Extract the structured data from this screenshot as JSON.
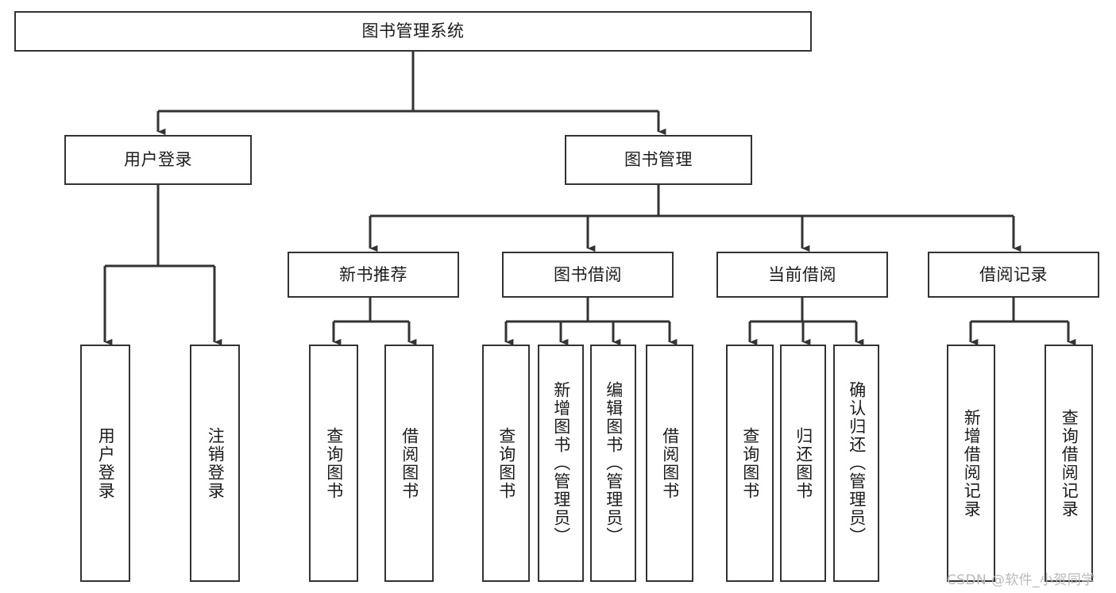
{
  "diagram": {
    "type": "tree-hierarchy-flowchart",
    "title": "图书管理系统",
    "orientation": "top-down",
    "colors": {
      "box_border": "#333333",
      "box_fill": "#ffffff",
      "connector": "#333333",
      "text": "#1c1c1c",
      "watermark": "#b9b9b9",
      "background": "#ffffff"
    },
    "levels": [
      {
        "level": 1,
        "nodes": [
          {
            "id": "root",
            "label": "图书管理系统",
            "orientation": "horizontal"
          }
        ]
      },
      {
        "level": 2,
        "nodes": [
          {
            "id": "login",
            "label": "用户登录",
            "orientation": "horizontal",
            "parent": "root"
          },
          {
            "id": "bookmgmt",
            "label": "图书管理",
            "orientation": "horizontal",
            "parent": "root"
          }
        ]
      },
      {
        "level": 3,
        "nodes": [
          {
            "id": "newbook",
            "label": "新书推荐",
            "orientation": "horizontal",
            "parent": "bookmgmt"
          },
          {
            "id": "borrow",
            "label": "图书借阅",
            "orientation": "horizontal",
            "parent": "bookmgmt"
          },
          {
            "id": "current",
            "label": "当前借阅",
            "orientation": "horizontal",
            "parent": "bookmgmt"
          },
          {
            "id": "records",
            "label": "借阅记录",
            "orientation": "horizontal",
            "parent": "bookmgmt"
          }
        ]
      },
      {
        "level": 4,
        "nodes": [
          {
            "id": "leaf1",
            "label": "用户登录",
            "orientation": "vertical",
            "parent": "login"
          },
          {
            "id": "leaf2",
            "label": "注销登录",
            "orientation": "vertical",
            "parent": "login"
          },
          {
            "id": "leaf3",
            "label": "查询图书",
            "orientation": "vertical",
            "parent": "newbook"
          },
          {
            "id": "leaf4",
            "label": "借阅图书",
            "orientation": "vertical",
            "parent": "newbook"
          },
          {
            "id": "leaf5",
            "label": "查询图书",
            "orientation": "vertical",
            "parent": "borrow"
          },
          {
            "id": "leaf6",
            "label": "新增图书（管理员）",
            "orientation": "vertical",
            "parent": "borrow"
          },
          {
            "id": "leaf7",
            "label": "编辑图书（管理员）",
            "orientation": "vertical",
            "parent": "borrow"
          },
          {
            "id": "leaf8",
            "label": "借阅图书",
            "orientation": "vertical",
            "parent": "borrow"
          },
          {
            "id": "leaf9",
            "label": "查询图书",
            "orientation": "vertical",
            "parent": "current"
          },
          {
            "id": "leaf10",
            "label": "归还图书",
            "orientation": "vertical",
            "parent": "current"
          },
          {
            "id": "leaf11",
            "label": "确认归还（管理员）",
            "orientation": "vertical",
            "parent": "current"
          },
          {
            "id": "leaf12",
            "label": "新增借阅记录",
            "orientation": "vertical",
            "parent": "records"
          },
          {
            "id": "leaf13",
            "label": "查询借阅记录",
            "orientation": "vertical",
            "parent": "records"
          }
        ]
      }
    ]
  },
  "watermark": {
    "text": "CSDN @软件_小贺同学"
  }
}
